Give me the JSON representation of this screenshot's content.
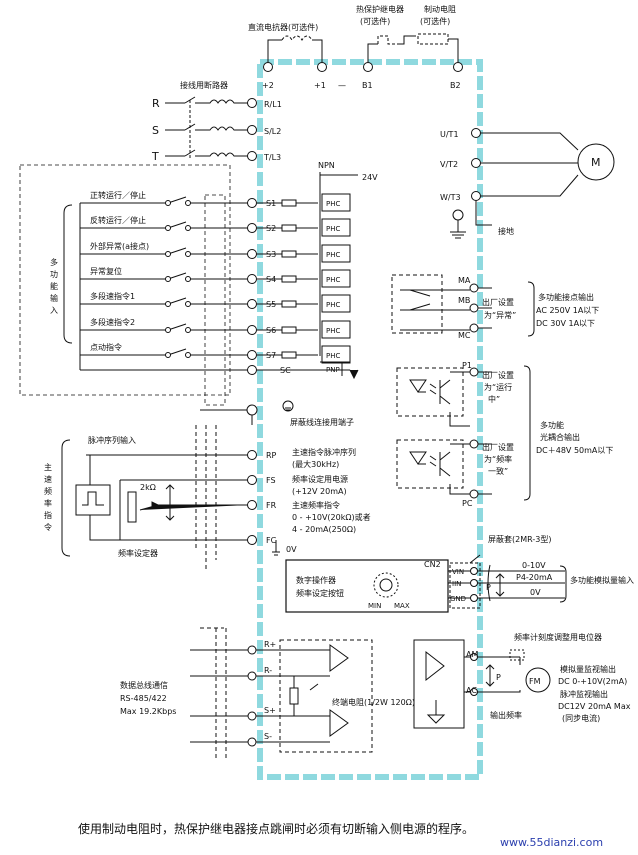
{
  "top": {
    "dc_reactor": "直流电抗器(可选件)",
    "thermal_relay": "热保护继电器",
    "thermal_relay_opt": "(可选件)",
    "brake_resistor": "制动电阻",
    "brake_resistor_opt": "(可选件)",
    "breaker": "接线用断路器"
  },
  "terminals_top": [
    "+2",
    "+1",
    "—",
    "B1",
    "B2"
  ],
  "power_in": {
    "phases": [
      "R",
      "S",
      "T"
    ],
    "terms": [
      "R/L1",
      "S/L2",
      "T/L3"
    ]
  },
  "motor_out": {
    "terms": [
      "U/T1",
      "V/T2",
      "W/T3"
    ],
    "motor": "M",
    "ground": "接地"
  },
  "inputs": {
    "npn": "NPN",
    "v24": "24V",
    "pnp": "PNP",
    "group_label": [
      "多",
      "功",
      "能",
      "输",
      "入"
    ],
    "items": [
      {
        "label": "正转运行／停止",
        "term": "S1"
      },
      {
        "label": "反转运行／停止",
        "term": "S2"
      },
      {
        "label": "外部异常(a接点)",
        "term": "S3"
      },
      {
        "label": "异常复位",
        "term": "S4"
      },
      {
        "label": "多段速指令1",
        "term": "S5"
      },
      {
        "label": "多段速指令2",
        "term": "S6"
      },
      {
        "label": "点动指令",
        "term": "S7"
      }
    ],
    "sc": "SC",
    "phc": "PHC",
    "shield_terminal": "屏蔽线连接用端子"
  },
  "relay_out": {
    "terms": [
      "MA",
      "MB",
      "MC"
    ],
    "factory": "出厂设置",
    "factory_val": "为“异常”",
    "title": "多功能接点输出",
    "spec1": "AC 250V 1A以下",
    "spec2": "DC 30V 1A以下"
  },
  "photo_out": {
    "p1": "P1",
    "pc": "PC",
    "factory": "出厂设置",
    "val1a": "为“运行",
    "val1b": "中”",
    "val2a": "为“频率",
    "val2b": "一致”",
    "title1": "多功能",
    "title2": "光耦合输出",
    "spec": "DC＋48V 50mA以下"
  },
  "freq_ref": {
    "group_label": [
      "主",
      "速",
      "频",
      "率",
      "指",
      "令"
    ],
    "pulse_input": "脉冲序列输入",
    "rp": "RP",
    "rp_desc1": "主速指令脉冲序列",
    "rp_desc2": "(最大30kHz)",
    "fs": "FS",
    "fs_desc1": "频率设定用电源",
    "fs_desc2": "(+12V 20mA)",
    "fr": "FR",
    "fr_desc1": "主速频率指令",
    "fr_desc2": "0 - +10V(20kΩ)或者",
    "fr_desc3": "4 - 20mA(250Ω)",
    "fc": "FC",
    "v0": "0V",
    "pot": "2kΩ",
    "setter": "频率设定器"
  },
  "operator": {
    "label1": "数字操作器",
    "label2": "频率设定按钮",
    "min": "MIN",
    "max": "MAX",
    "cn2": "CN2",
    "vin": "VIN",
    "iin": "IIN",
    "gnd": "GND",
    "shield": "屏蔽套(2MR-3型)",
    "v010": "0-10V",
    "ma420": "P4-20mA",
    "p": "P",
    "v0": "0V",
    "analog_in": "多功能模拟量输入"
  },
  "comm": {
    "title": "数据总线通信",
    "rs": "RS-485/422",
    "max": "Max 19.2Kbps",
    "terms": [
      "R+",
      "R-",
      "S+",
      "S-"
    ],
    "term_res": "终端电阻(1/2W 120Ω)"
  },
  "meter": {
    "pot_title": "频率计刻度调整用电位器",
    "am": "AM",
    "ac": "AC",
    "fm": "FM",
    "p": "P",
    "analog1": "模拟量监视输出",
    "analog2": "DC 0-+10V(2mA)",
    "pulse1": "脉冲监视输出",
    "pulse2": "DC12V 20mA Max",
    "pulse3": "(同步电流)",
    "out_freq": "输出频率"
  },
  "caption": "使用制动电阻时，热保护继电器接点跳闸时必须有切断输入侧电源的程序。",
  "watermark": "www.55dianzi.com"
}
